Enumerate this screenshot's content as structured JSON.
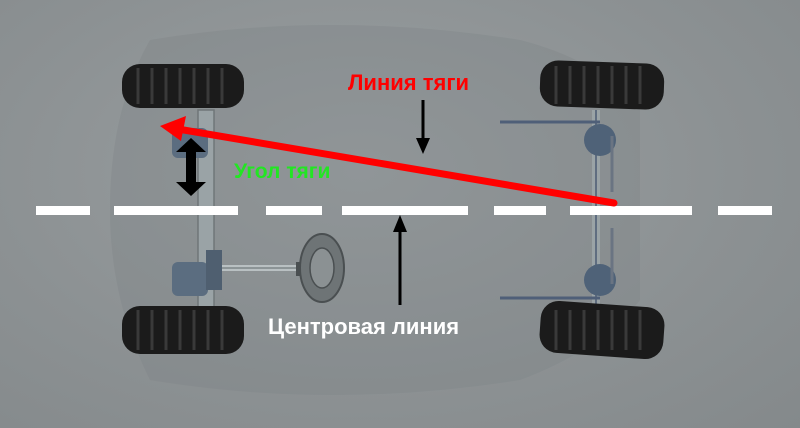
{
  "labels": {
    "thrust_line": "Линия тяги",
    "thrust_angle": "Угол тяги",
    "center_line": "Центровая линия"
  },
  "colors": {
    "thrust": "#ff0000",
    "angle": "#22e622",
    "center": "#ffffff",
    "arrow": "#000000"
  }
}
